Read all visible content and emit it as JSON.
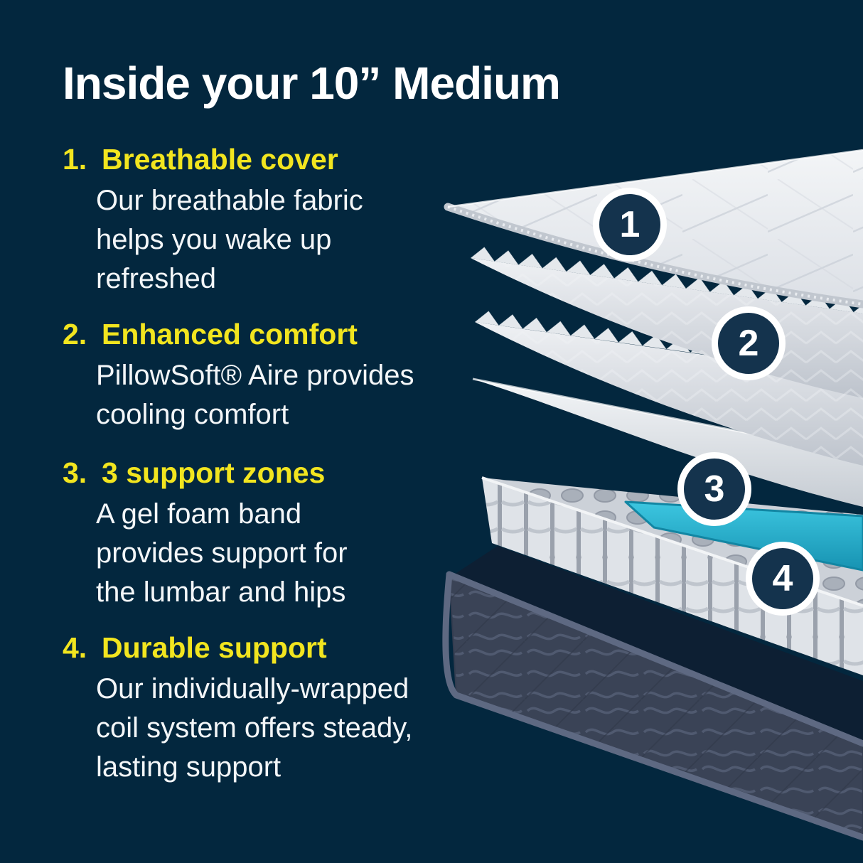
{
  "page": {
    "background_color": "#03273e",
    "accent_yellow": "#f2e51f",
    "text_color": "#ffffff",
    "badge_fill_color": "#14334d",
    "badge_ring_color": "#ffffff",
    "gel_band_color": "#2ab4d2"
  },
  "title": "Inside your 10” Medium",
  "sections": [
    {
      "number": "1.",
      "heading": "Breathable cover",
      "body": "Our breathable fabric\nhelps you wake up\nrefreshed"
    },
    {
      "number": "2.",
      "heading": "Enhanced comfort",
      "body": "PillowSoft® Aire provides\ncooling comfort"
    },
    {
      "number": "3.",
      "heading": "3 support zones",
      "body": "A gel foam band\nprovides support for\nthe lumbar and hips"
    },
    {
      "number": "4.",
      "heading": "Durable support",
      "body": "Our individually-wrapped\ncoil system offers steady,\nlasting support"
    }
  ],
  "diagram": {
    "description": "Exploded view of mattress layers",
    "callouts": [
      {
        "label": "1",
        "layer": "breathable-quilted-cover"
      },
      {
        "label": "2",
        "layer": "pillowsoft-aire-foam"
      },
      {
        "label": "3",
        "layer": "gel-foam-band"
      },
      {
        "label": "4",
        "layer": "wrapped-coil-system"
      }
    ]
  }
}
